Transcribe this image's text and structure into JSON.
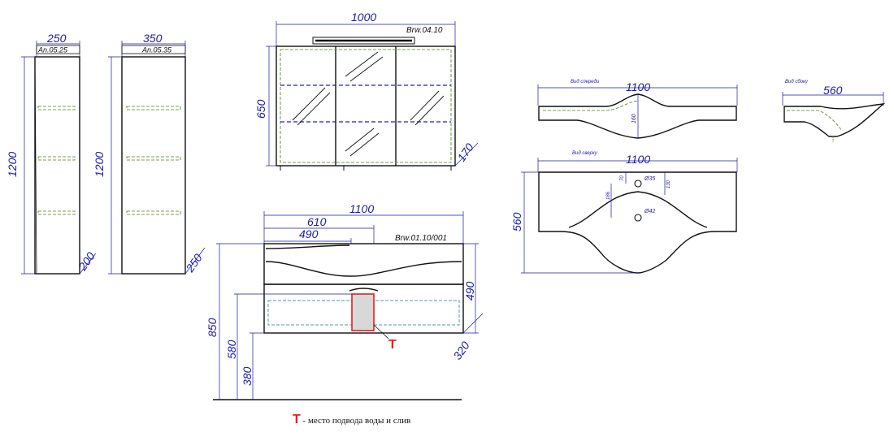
{
  "colors": {
    "dimension": "#1a1aa8",
    "outline": "#111111",
    "shelf": "#7aa048",
    "hidden": "#2020c0",
    "water_point": "#e02020"
  },
  "tall_cabinet_1": {
    "code": "An.05.25",
    "width": "250",
    "height": "1200",
    "depth": "200"
  },
  "tall_cabinet_2": {
    "code": "An.05.35",
    "width": "350",
    "height": "1200",
    "depth": "250"
  },
  "mirror_cabinet": {
    "code": "Brw.04.10",
    "width": "1000",
    "height": "650",
    "depth": "170"
  },
  "vanity": {
    "code": "Brw.01.10/001",
    "width": "1100",
    "inner_width": "610",
    "basin_offset": "490",
    "total_height": "850",
    "height_580": "580",
    "height_380": "380",
    "cabinet_height": "490",
    "depth": "320",
    "water_marker": "T"
  },
  "basin_front": {
    "view_label": "Вид спереди",
    "width": "1100",
    "dim_160": "160"
  },
  "basin_side": {
    "view_label": "Вид сбоку",
    "depth": "560"
  },
  "basin_top": {
    "view_label": "Вид сверху",
    "width": "1100",
    "depth": "560",
    "dim_70": "70",
    "dim_130": "130",
    "dim_186": "186",
    "hole_tap": "Ø35",
    "hole_drain": "Ø42"
  },
  "legend": {
    "marker": "T",
    "text": "- место подвода воды и слив"
  }
}
